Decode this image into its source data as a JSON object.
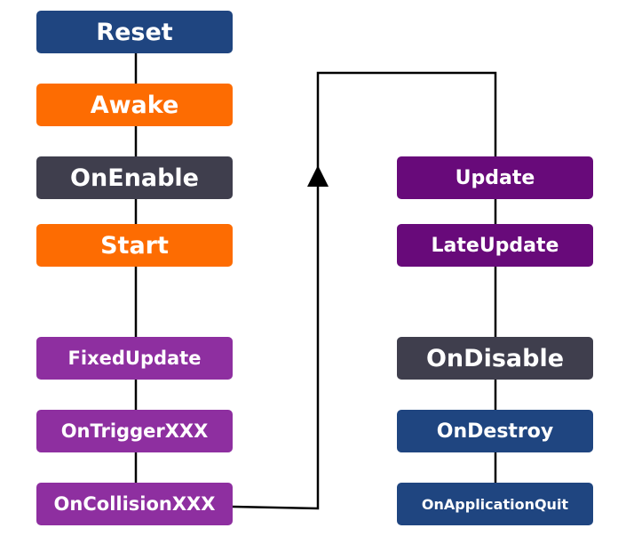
{
  "colors": {
    "navy": "#1f4580",
    "orange": "#fd6c02",
    "dark_gray": "#3f3e4d",
    "magenta": "#8e2fa0",
    "purple": "#680a7a",
    "line": "#000000"
  },
  "nodes": {
    "reset": {
      "label": "Reset",
      "color": "navy"
    },
    "awake": {
      "label": "Awake",
      "color": "orange"
    },
    "onenable": {
      "label": "OnEnable",
      "color": "dark_gray"
    },
    "start": {
      "label": "Start",
      "color": "orange"
    },
    "fixedupdate": {
      "label": "FixedUpdate",
      "color": "magenta"
    },
    "ontrigger": {
      "label": "OnTriggerXXX",
      "color": "magenta"
    },
    "oncollision": {
      "label": "OnCollisionXXX",
      "color": "magenta"
    },
    "update": {
      "label": "Update",
      "color": "purple"
    },
    "lateupdate": {
      "label": "LateUpdate",
      "color": "purple"
    },
    "ondisable": {
      "label": "OnDisable",
      "color": "dark_gray"
    },
    "ondestroy": {
      "label": "OnDestroy",
      "color": "navy"
    },
    "onapplicationquit": {
      "label": "OnApplicationQuit",
      "color": "navy"
    }
  },
  "edges": [
    {
      "from": "reset",
      "to": "awake"
    },
    {
      "from": "awake",
      "to": "onenable"
    },
    {
      "from": "onenable",
      "to": "start"
    },
    {
      "from": "start",
      "to": "fixedupdate"
    },
    {
      "from": "fixedupdate",
      "to": "ontrigger"
    },
    {
      "from": "ontrigger",
      "to": "oncollision"
    },
    {
      "from": "oncollision",
      "to": "update",
      "arrow": true
    },
    {
      "from": "update",
      "to": "lateupdate"
    },
    {
      "from": "lateupdate",
      "to": "ondisable"
    },
    {
      "from": "ondisable",
      "to": "ondestroy"
    },
    {
      "from": "ondestroy",
      "to": "onapplicationquit"
    }
  ]
}
